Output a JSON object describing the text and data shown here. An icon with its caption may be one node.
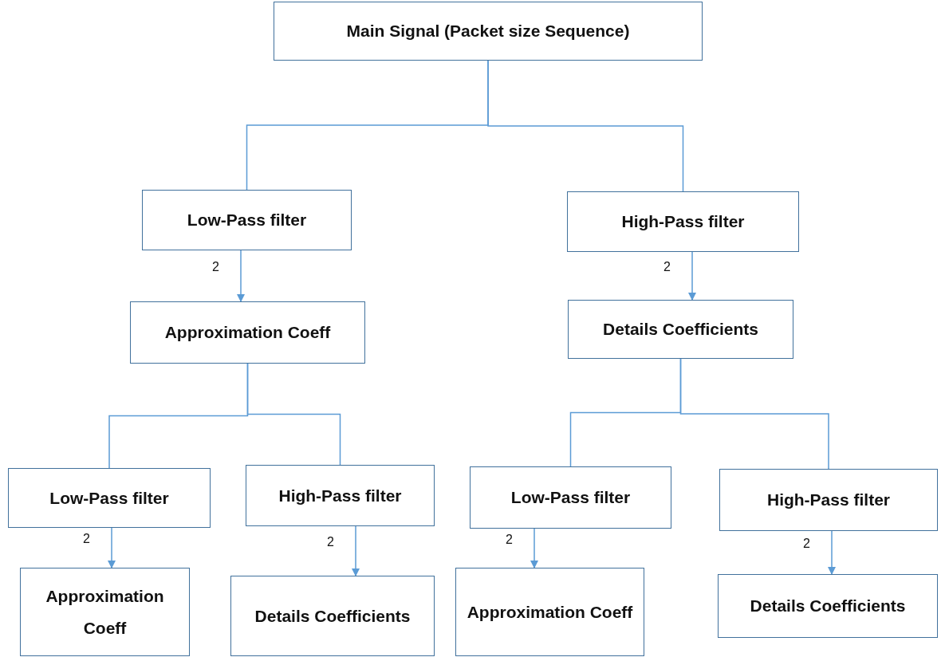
{
  "diagram": {
    "nodes": [
      {
        "text": [
          "Main Signal (Packet size Sequence)"
        ]
      },
      {
        "text": [
          "Low-Pass filter"
        ]
      },
      {
        "text": [
          "High-Pass filter"
        ]
      },
      {
        "text": [
          "Approximation Coeff"
        ]
      },
      {
        "text": [
          "Details Coefficients"
        ]
      },
      {
        "text": [
          "Low-Pass filter"
        ]
      },
      {
        "text": [
          "High-Pass filter"
        ]
      },
      {
        "text": [
          "Low-Pass filter"
        ]
      },
      {
        "text": [
          "High-Pass filter"
        ]
      },
      {
        "text": [
          "Approximation Coeff"
        ]
      },
      {
        "text": [
          "Details Coefficients"
        ]
      },
      {
        "text": [
          "Approximation Coeff"
        ]
      },
      {
        "text": [
          "Details Coefficients"
        ]
      }
    ],
    "edges": [
      {
        "from": 0,
        "to": 1,
        "arrow": "none"
      },
      {
        "from": 0,
        "to": 2,
        "arrow": "none"
      },
      {
        "from": 1,
        "to": 3,
        "arrow": "to",
        "label": "2"
      },
      {
        "from": 2,
        "to": 4,
        "arrow": "to",
        "label": "2"
      },
      {
        "from": 3,
        "to": 5,
        "arrow": "none"
      },
      {
        "from": 3,
        "to": 6,
        "arrow": "none"
      },
      {
        "from": 4,
        "to": 7,
        "arrow": "none"
      },
      {
        "from": 4,
        "to": 8,
        "arrow": "none"
      },
      {
        "from": 5,
        "to": 9,
        "arrow": "to",
        "label": "2"
      },
      {
        "from": 6,
        "to": 10,
        "arrow": "to",
        "label": "2"
      },
      {
        "from": 7,
        "to": 11,
        "arrow": "to",
        "label": "2"
      },
      {
        "from": 8,
        "to": 12,
        "arrow": "to",
        "label": "2"
      }
    ]
  }
}
